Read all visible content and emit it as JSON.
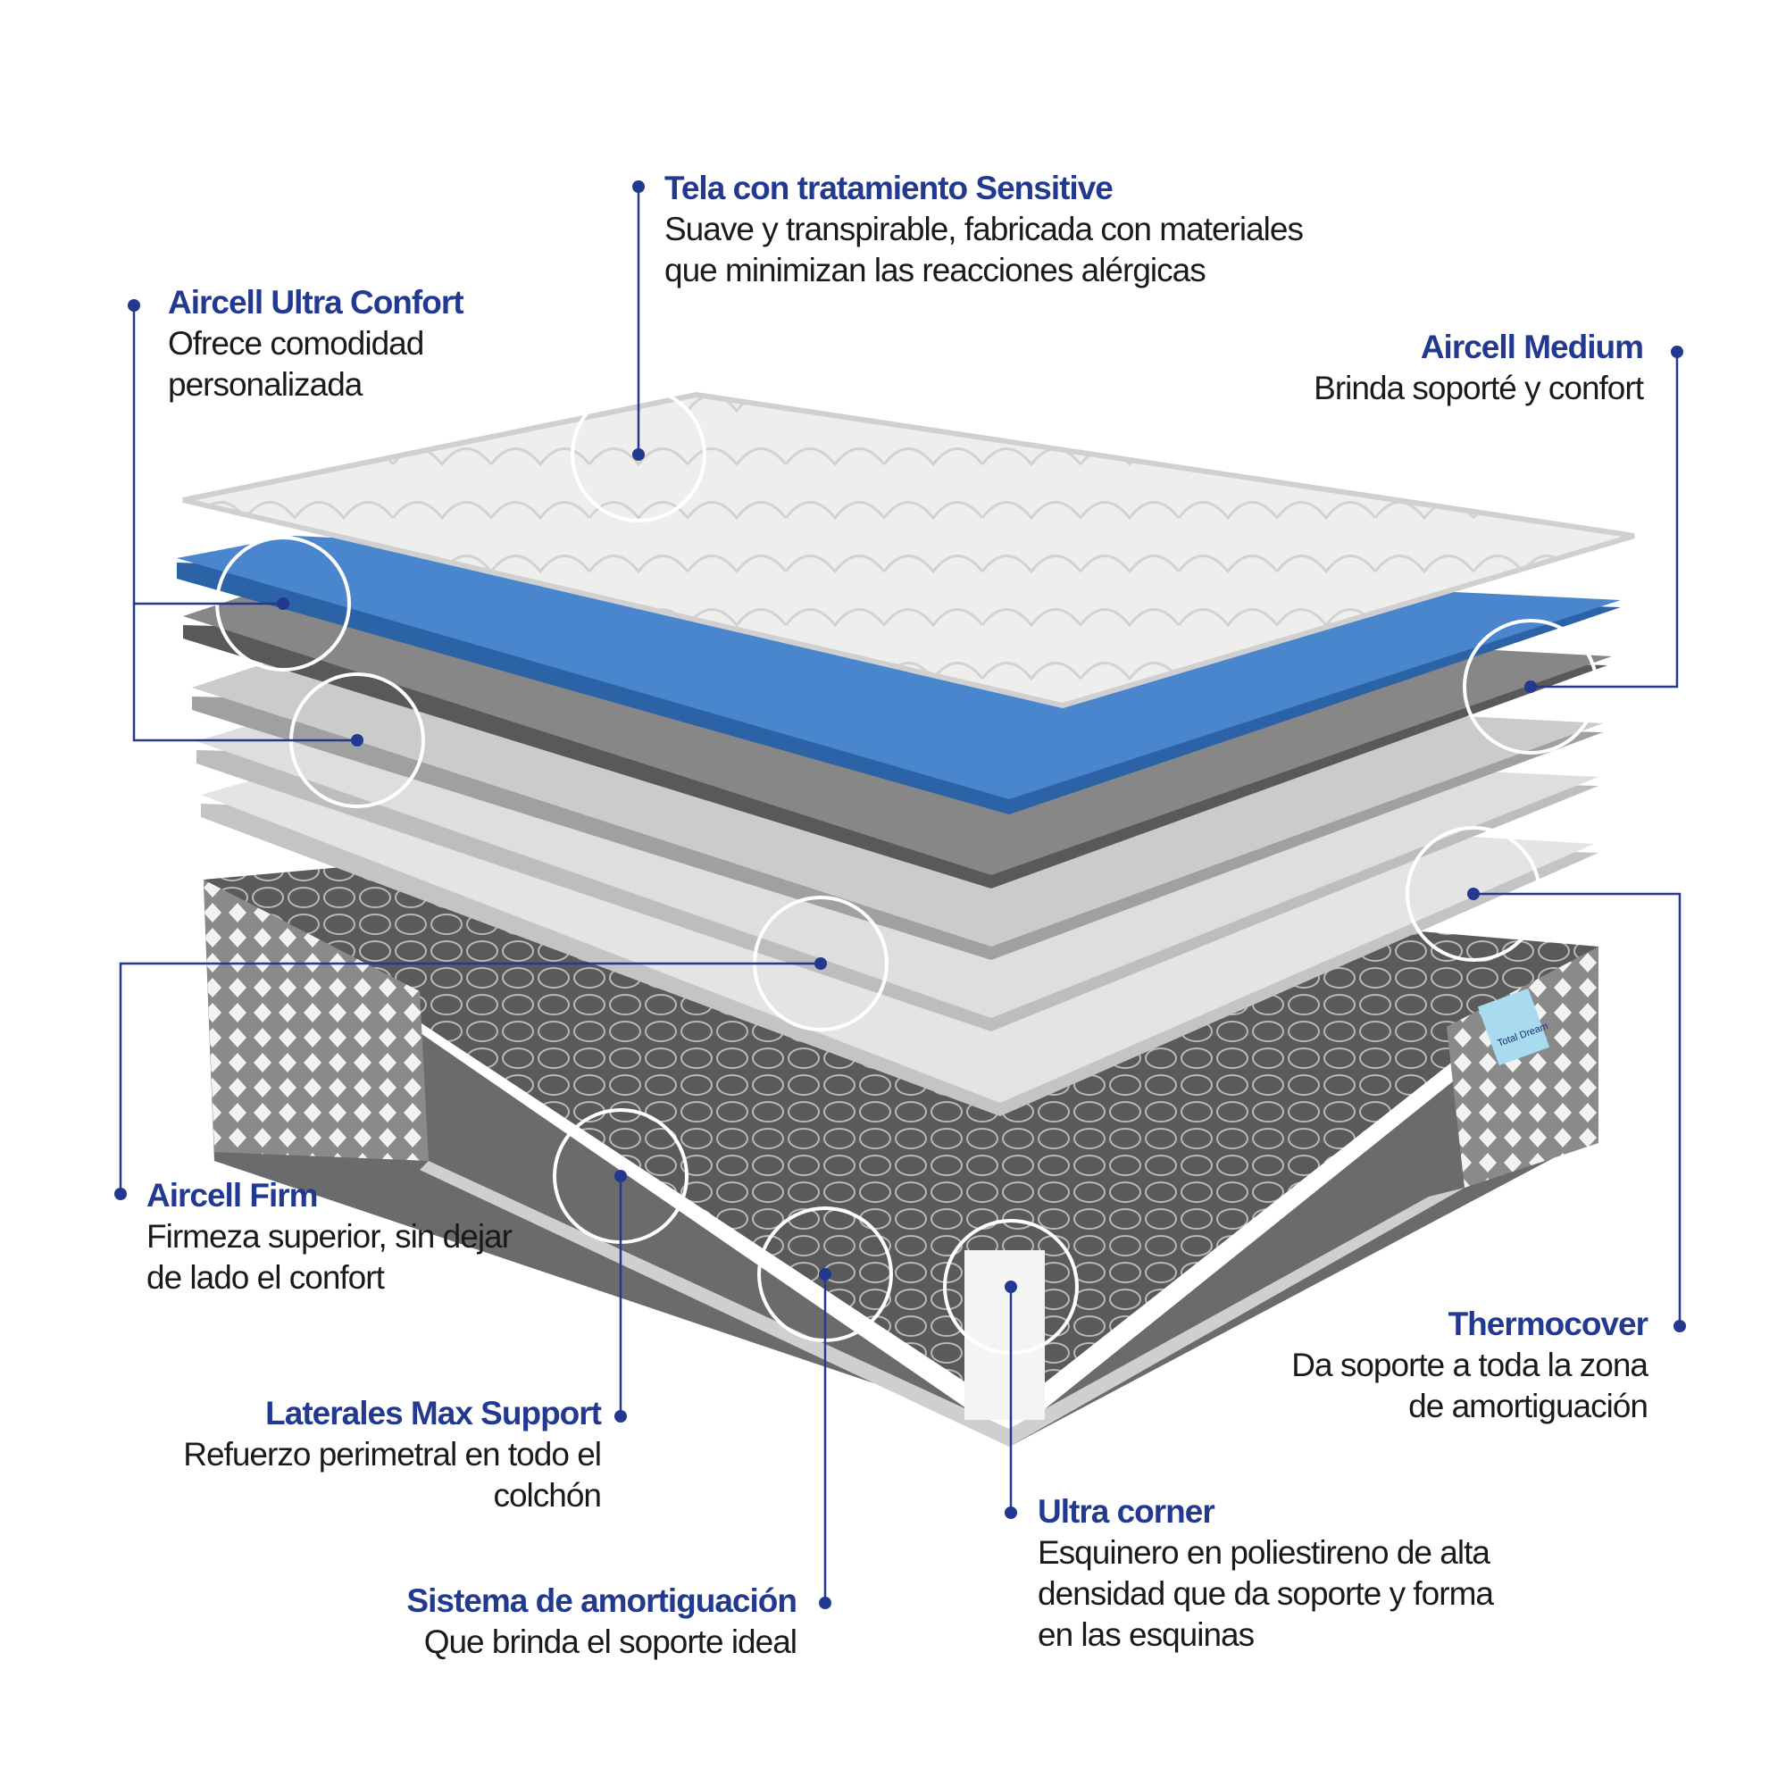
{
  "accent_color": "#22398f",
  "callouts": {
    "tela": {
      "title": "Tela con tratamiento Sensitive",
      "desc": "Suave y transpirable, fabricada con materiales que minimizan las reacciones alérgicas"
    },
    "ultra_confort": {
      "title": "Aircell Ultra Confort",
      "desc": "Ofrece comodidad personalizada"
    },
    "medium": {
      "title": "Aircell Medium",
      "desc": "Brinda soporté y confort"
    },
    "firm": {
      "title": "Aircell Firm",
      "desc": "Firmeza superior, sin dejar de lado el confort"
    },
    "thermocover": {
      "title": "Thermocover",
      "desc": "Da soporte a toda la zona de amortiguación"
    },
    "laterales": {
      "title": "Laterales Max Support",
      "desc": "Refuerzo perimetral en todo el colchón"
    },
    "ultra_corner": {
      "title": "Ultra corner",
      "desc": "Esquinero en poliestireno de alta densidad que da soporte y forma en las esquinas"
    },
    "sistema": {
      "title": "Sistema de amortiguación",
      "desc": "Que brinda el soporte ideal"
    }
  },
  "label": {
    "brand": "Total Dream"
  }
}
